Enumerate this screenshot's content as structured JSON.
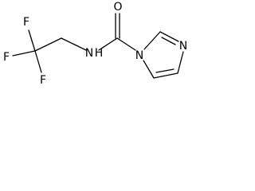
{
  "molecule": {
    "atoms": {
      "f_top": "F",
      "f_left": "F",
      "f_bottom": "F",
      "o_carbonyl": "O",
      "n_amide": "N",
      "h_amide": "H",
      "n_ring_1": "N",
      "n_ring_3": "N"
    }
  }
}
